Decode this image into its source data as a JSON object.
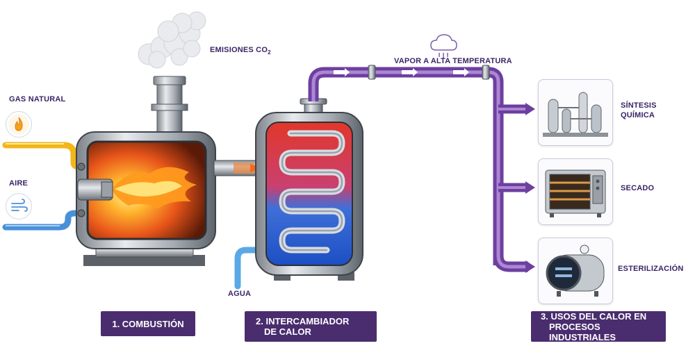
{
  "labels": {
    "gas": "GAS NATURAL",
    "air": "AIRE",
    "emissions": "EMISIONES CO",
    "emissions_sub": "2",
    "steam": "VAPOR A ALTA TEMPERATURA",
    "water": "AGUA"
  },
  "uses": [
    {
      "line1": "SÍNTESIS",
      "line2": "QUÍMICA"
    },
    {
      "line1": "SECADO",
      "line2": ""
    },
    {
      "line1": "ESTERILIZACIÓN",
      "line2": ""
    }
  ],
  "stages": [
    {
      "line1": "1. COMBUSTIÓN",
      "line2": ""
    },
    {
      "line1": "2. INTERCAMBIADOR",
      "line2": "DE CALOR"
    },
    {
      "line1": "3. USOS DEL CALOR EN",
      "line2": "PROCESOS INDUSTRIALES"
    }
  ],
  "colors": {
    "accent": "#4a2d6e",
    "steam_pipe": "#9b6cc9",
    "gas_pipe": "#f2b619",
    "air_pipe": "#4a90d9",
    "water_pipe": "#5aa9e6"
  },
  "icons": {
    "gas": "flame-icon",
    "air": "wind-icon",
    "steam": "cloud-icon"
  }
}
